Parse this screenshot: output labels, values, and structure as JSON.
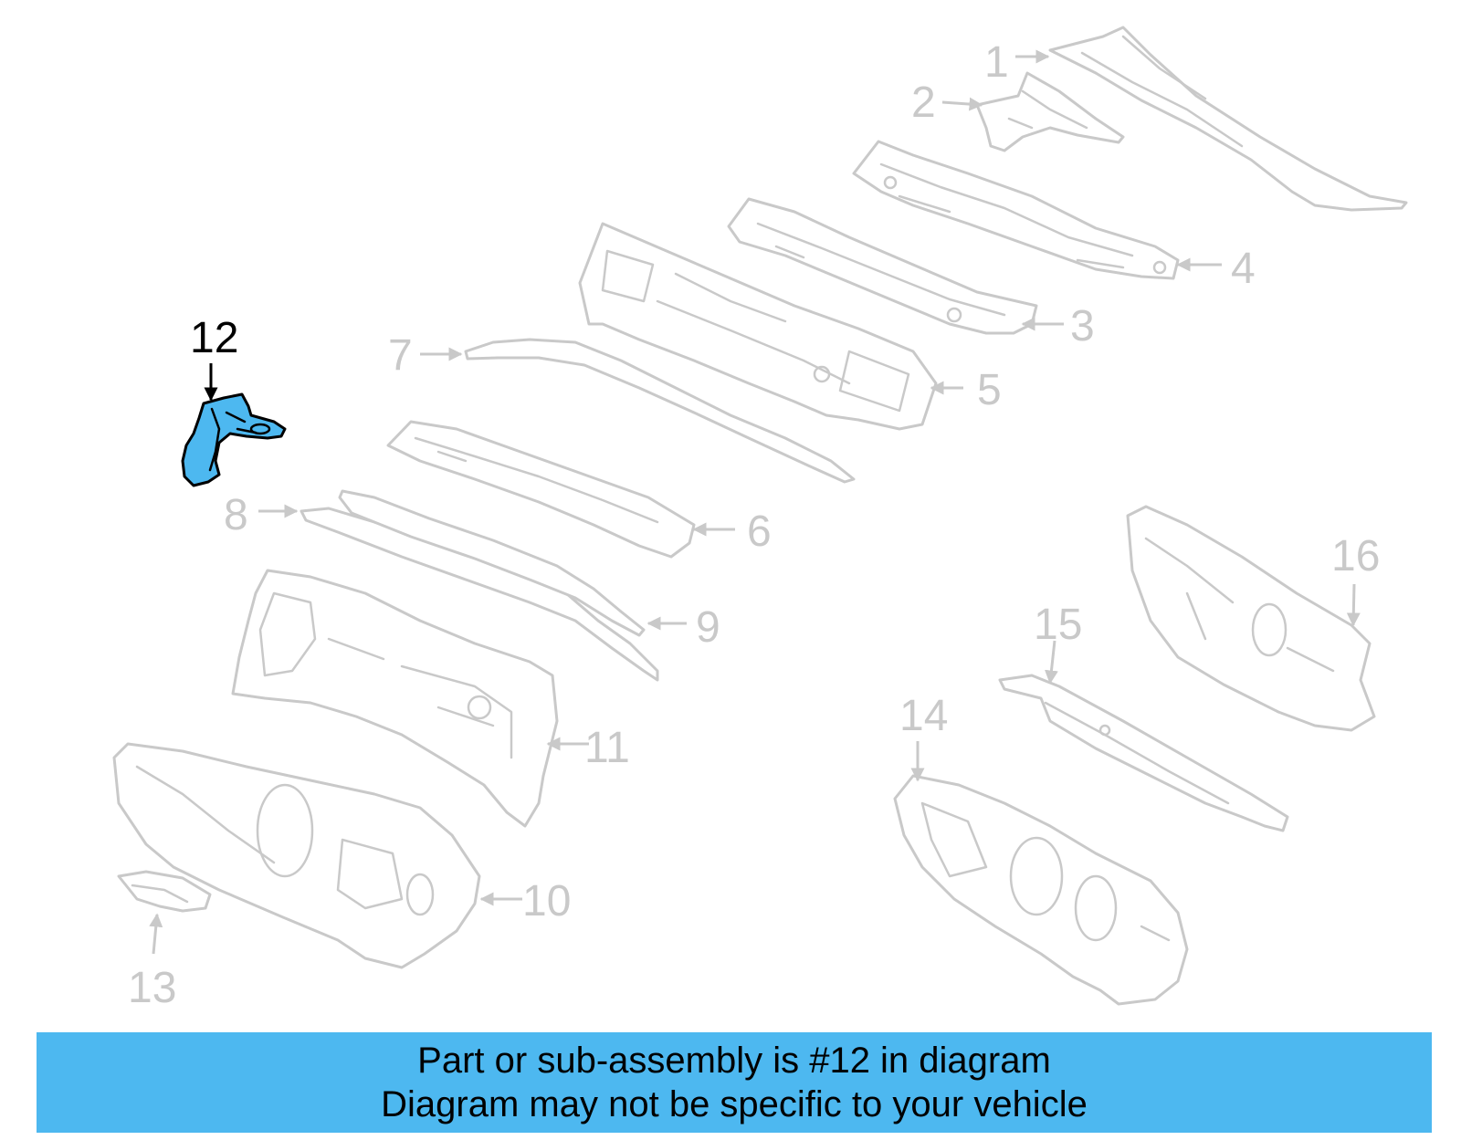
{
  "colors": {
    "highlight": "#4db8f0",
    "part_outline": "#c9c9c9",
    "active_outline": "#000000"
  },
  "highlighted_part": "12",
  "callouts": {
    "c1": "1",
    "c2": "2",
    "c3": "3",
    "c4": "4",
    "c5": "5",
    "c6": "6",
    "c7": "7",
    "c8": "8",
    "c9": "9",
    "c10": "10",
    "c11": "11",
    "c12": "12",
    "c13": "13",
    "c14": "14",
    "c15": "15",
    "c16": "16"
  },
  "banner": {
    "line1": "Part or sub-assembly is #12 in diagram",
    "line2": "Diagram may not be specific to your vehicle"
  }
}
